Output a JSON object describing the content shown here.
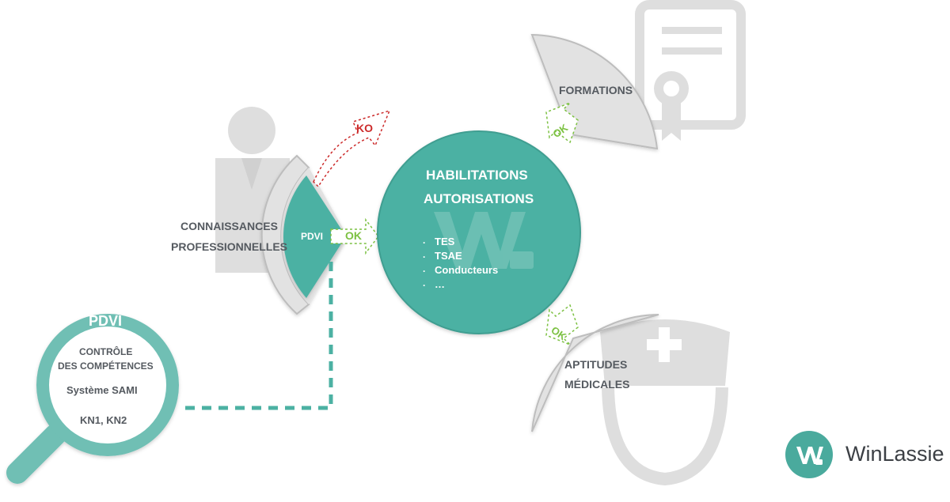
{
  "colors": {
    "teal": "#4cb1a3",
    "teal_dark": "#3f9e91",
    "grey_fill": "#e2e2e2",
    "grey_stroke": "#bdbdbd",
    "icon_grey": "#dedede",
    "dark_text": "#555a60",
    "ko_red": "#cc2a2a",
    "ok_green": "#7cc142"
  },
  "center": {
    "title_line1": "HABILITATIONS",
    "title_line2": "AUTORISATIONS",
    "bullets": [
      "TES",
      "TSAE",
      "Conducteurs",
      "…"
    ],
    "bullet_marker": "·"
  },
  "competences": {
    "label_line1": "CONNAISSANCES",
    "label_line2": "PROFESSIONNELLES",
    "wedge_label": "PDVI"
  },
  "verdicts": {
    "ko": "KO",
    "ok_pdvi": "OK",
    "ok_formations": "OK",
    "ok_aptitudes": "OK"
  },
  "formations": {
    "label": "FORMATIONS"
  },
  "aptitudes": {
    "label_line1": "APTITUDES",
    "label_line2": "MÉDICALES"
  },
  "magnifier": {
    "title": "PDVI",
    "line1": "CONTRÔLE",
    "line2": "DES COMPÉTENCES",
    "line3": "Système SAMI",
    "line4": "KN1, KN2"
  },
  "brand": {
    "name": "WinLassie"
  }
}
